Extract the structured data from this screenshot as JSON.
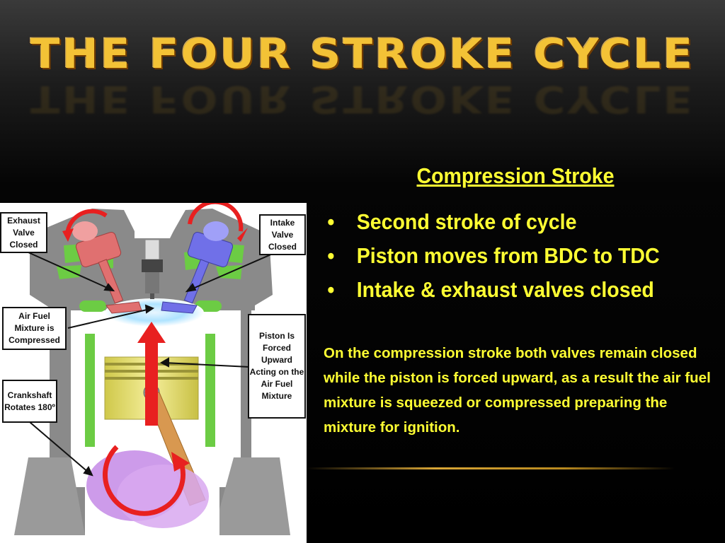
{
  "slide": {
    "title": "THE FOUR STROKE CYCLE",
    "heading": "Compression Stroke",
    "bullets": [
      "Second stroke of cycle",
      "Piston moves from BDC to TDC",
      "Intake & exhaust valves closed"
    ],
    "bullet_symbol": "•",
    "paragraph": "On the compression stroke both valves remain closed while the piston is forced upward, as a result the air fuel mixture is squeezed or compressed preparing the mixture for ignition.",
    "colors": {
      "text_accent": "#ffff33",
      "title_gold": "#f3c236",
      "background": "#000000"
    }
  },
  "diagram": {
    "labels": {
      "exhaust_valve": "Exhaust Valve Closed",
      "intake_valve": "Intake Valve Closed",
      "air_fuel": "Air Fuel Mixture is Compressed",
      "piston": "Piston Is Forced Upward Acting on the Air Fuel Mixture",
      "crankshaft": "Crankshaft Rotates 180º"
    },
    "colors": {
      "exhaust_valve": "#e07070",
      "intake_valve": "#7070e8",
      "water_jacket": "#6ccc44",
      "engine_block": "#8a8a8a",
      "piston": "#e8e070",
      "crankshaft": "#c890e8",
      "arrows": "#e82020",
      "connecting_rod": "#d89850"
    }
  }
}
